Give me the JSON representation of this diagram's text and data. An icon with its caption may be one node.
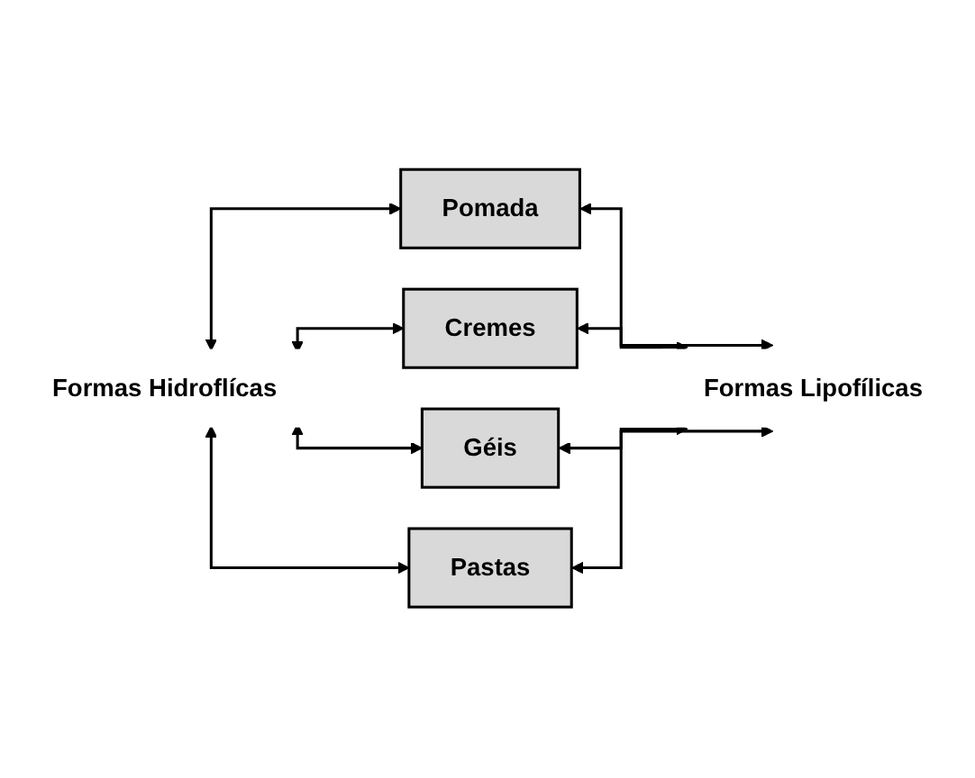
{
  "diagram": {
    "nodes": [
      {
        "text": [
          "Formas Hidroflícas"
        ]
      },
      {
        "text": [
          "Pomada"
        ]
      },
      {
        "text": [
          "Cremes"
        ]
      },
      {
        "text": [
          "Géis"
        ]
      },
      {
        "text": [
          "Pastas"
        ]
      },
      {
        "text": [
          "Formas Lipofílicas"
        ]
      }
    ],
    "edges": [
      {
        "from": 0,
        "to": 1,
        "arrow": "both"
      },
      {
        "from": 0,
        "to": 2,
        "arrow": "both"
      },
      {
        "from": 0,
        "to": 3,
        "arrow": "both"
      },
      {
        "from": 0,
        "to": 4,
        "arrow": "both"
      },
      {
        "from": 1,
        "to": 5,
        "arrow": "both"
      },
      {
        "from": 2,
        "to": 5,
        "arrow": "both"
      },
      {
        "from": 3,
        "to": 5,
        "arrow": "both"
      },
      {
        "from": 4,
        "to": 5,
        "arrow": "both"
      }
    ]
  }
}
